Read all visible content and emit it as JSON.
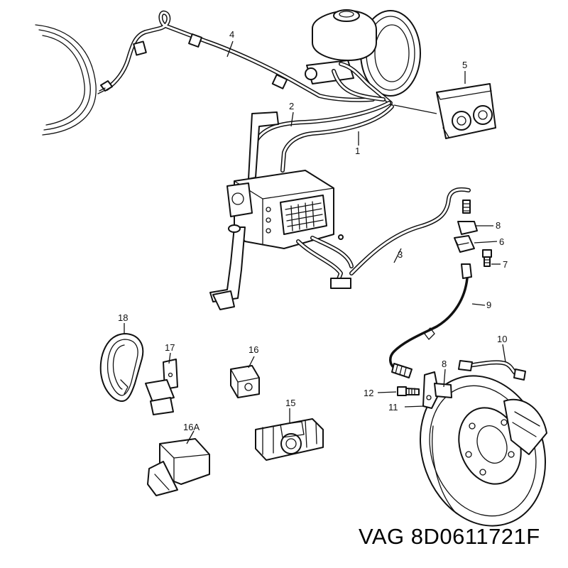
{
  "caption": "VAG 8D0611721F",
  "callouts": {
    "c1": "1",
    "c2": "2",
    "c3": "3",
    "c4": "4",
    "c5": "5",
    "c6": "6",
    "c7": "7",
    "c8a": "8",
    "c8b": "8",
    "c9": "9",
    "c10": "10",
    "c11": "11",
    "c12": "12",
    "c15": "15",
    "c16": "16",
    "c16a": "16A",
    "c17": "17",
    "c18": "18"
  }
}
